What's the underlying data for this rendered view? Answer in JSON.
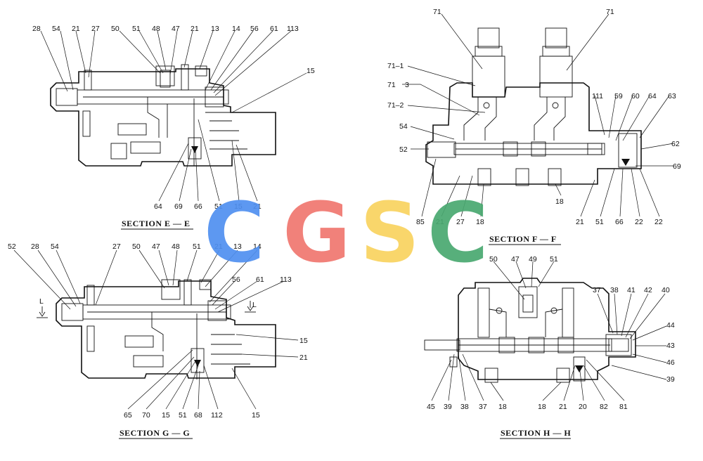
{
  "sections": {
    "ee": {
      "title": "SECTION  E — E",
      "labels": [
        "28",
        "54",
        "21",
        "27",
        "50",
        "51",
        "48",
        "47",
        "21",
        "13",
        "14",
        "56",
        "61",
        "113",
        "15",
        "64",
        "69",
        "66",
        "51",
        "15",
        "21"
      ]
    },
    "ff": {
      "title": "SECTION  F — F",
      "labels": [
        "71",
        "71",
        "71–1",
        "71",
        "3",
        "71–2",
        "54",
        "52",
        "111",
        "59",
        "60",
        "64",
        "63",
        "62",
        "69",
        "85",
        "21",
        "27",
        "18",
        "18",
        "21",
        "51",
        "66",
        "22",
        "22"
      ]
    },
    "gg": {
      "title": "SECTION  G — G",
      "labels": [
        "52",
        "28",
        "54",
        "27",
        "50",
        "47",
        "48",
        "51",
        "21",
        "13",
        "14",
        "56",
        "61",
        "113",
        "L",
        "L",
        "15",
        "21",
        "65",
        "70",
        "15",
        "51",
        "68",
        "112",
        "15"
      ]
    },
    "hh": {
      "title": "SECTION  H — H",
      "labels": [
        "50",
        "47",
        "49",
        "51",
        "37",
        "38",
        "41",
        "42",
        "40",
        "44",
        "43",
        "46",
        "39",
        "45",
        "39",
        "38",
        "37",
        "18",
        "18",
        "21",
        "20",
        "82",
        "81"
      ]
    }
  },
  "watermark": {
    "letters": [
      "C",
      "G",
      "S",
      "C"
    ],
    "colors": [
      "#4f8ff0",
      "#f0766f",
      "#f8d25e",
      "#49a870"
    ]
  }
}
